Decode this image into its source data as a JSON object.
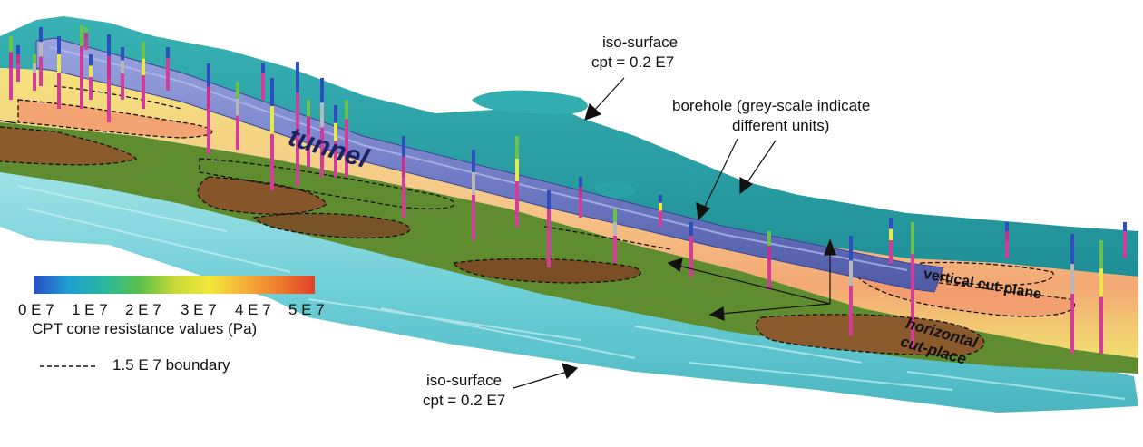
{
  "annotations": {
    "iso_surface_top": [
      "iso-surface",
      "cpt = 0.2 E7"
    ],
    "iso_surface_bottom": [
      "iso-surface",
      "cpt = 0.2 E7"
    ],
    "borehole": [
      "borehole (grey-scale indicate",
      "different units)"
    ],
    "tunnel": "tunnel",
    "vertical_cut_plane": "vertical cut-plane",
    "horizontal_cut_plane": [
      "horizontal",
      "cut-place"
    ]
  },
  "legend": {
    "colorbar_stops": [
      "#2a4ec8",
      "#1f9fd0",
      "#28b8a0",
      "#58c04a",
      "#c8d838",
      "#f2e83a",
      "#f5b038",
      "#ee7a2e",
      "#e0402a"
    ],
    "ticks": [
      "0 E 7",
      "1 E 7",
      "2 E 7",
      "3 E 7",
      "4 E 7",
      "5 E 7"
    ],
    "title": "CPT cone resistance values (Pa)",
    "boundary_label": "1.5 E 7 boundary"
  },
  "colors": {
    "iso_surface": "#2aa3a6",
    "iso_surface_light": "#7fd3d8",
    "horizontal_plane": "#5b8a2e",
    "high_resistance": "#8a5a2a",
    "vertical_plane_low": "#f2e27a",
    "vertical_plane_high": "#f4a070",
    "tunnel": "#7480c8"
  }
}
